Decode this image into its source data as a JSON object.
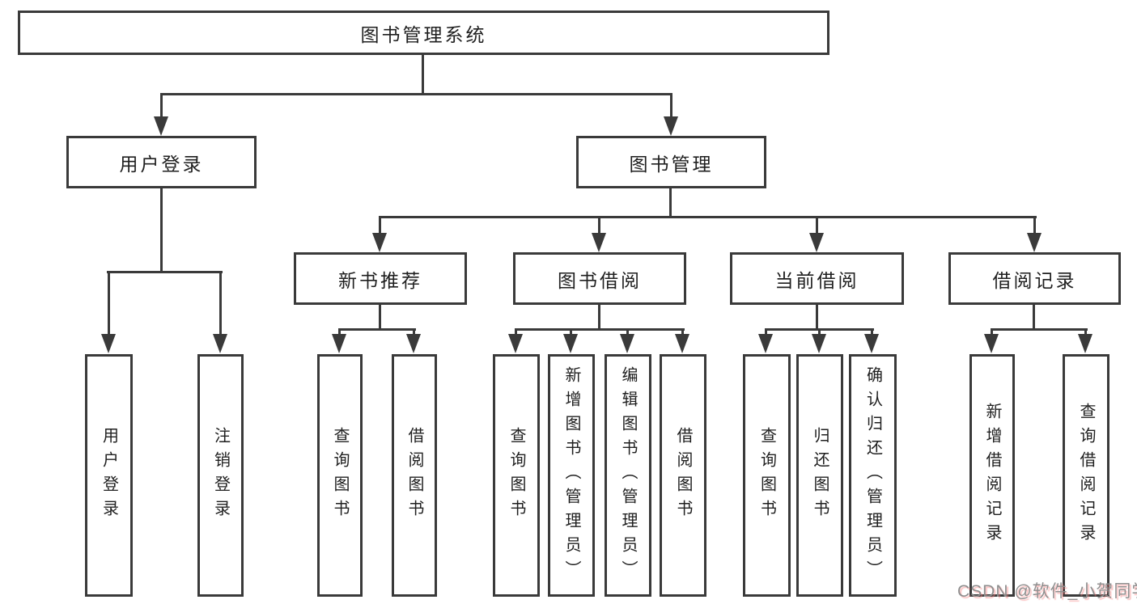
{
  "diagram_type": "tree",
  "nodes": {
    "root": {
      "label": "图书管理系统"
    },
    "level2": [
      {
        "label": "用户登录"
      },
      {
        "label": "图书管理"
      }
    ],
    "level3": [
      {
        "label": "新书推荐",
        "parent": "图书管理"
      },
      {
        "label": "图书借阅",
        "parent": "图书管理"
      },
      {
        "label": "当前借阅",
        "parent": "图书管理"
      },
      {
        "label": "借阅记录",
        "parent": "图书管理"
      }
    ],
    "leaves": [
      {
        "label": "用户登录",
        "parent": "用户登录"
      },
      {
        "label": "注销登录",
        "parent": "用户登录"
      },
      {
        "label": "查询图书",
        "parent": "新书推荐"
      },
      {
        "label": "借阅图书",
        "parent": "新书推荐"
      },
      {
        "label": "查询图书",
        "parent": "图书借阅"
      },
      {
        "label": "新增图书（管理员）",
        "parent": "图书借阅"
      },
      {
        "label": "编辑图书（管理员）",
        "parent": "图书借阅"
      },
      {
        "label": "借阅图书",
        "parent": "图书借阅"
      },
      {
        "label": "查询图书",
        "parent": "当前借阅"
      },
      {
        "label": "归还图书",
        "parent": "当前借阅"
      },
      {
        "label": "确认归还（管理员）",
        "parent": "当前借阅"
      },
      {
        "label": "新增借阅记录",
        "parent": "借阅记录"
      },
      {
        "label": "查询借阅记录",
        "parent": "借阅记录"
      }
    ]
  },
  "watermark": "CSDN @软件_小贺同学",
  "colors": {
    "line": "#3a3a3a",
    "text": "#1f1f1f",
    "box_background": "#ffffff",
    "watermark_gray": "#8f8f8f",
    "watermark_shadow_pink": "#fa8282"
  }
}
